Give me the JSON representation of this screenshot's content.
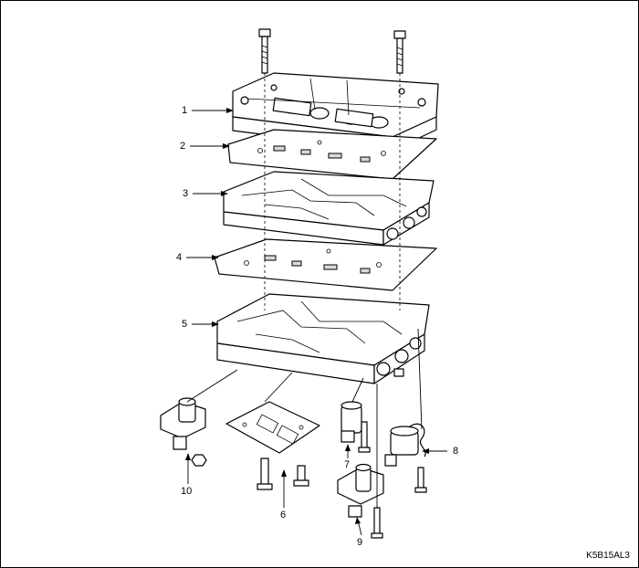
{
  "diagram": {
    "callouts": [
      "1",
      "2",
      "3",
      "4",
      "5",
      "6",
      "7",
      "8",
      "9",
      "10"
    ],
    "reference_code": "K5B15AL3"
  }
}
